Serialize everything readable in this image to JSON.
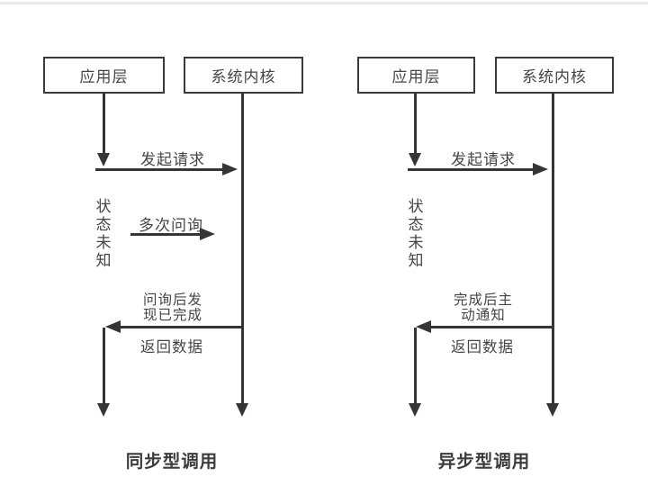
{
  "diagrams": [
    {
      "caption": "同步型调用",
      "app_label": "应用层",
      "kernel_label": "系统内核",
      "request_label": "发起请求",
      "status_label": "状态未知",
      "poll_label": "多次问询",
      "result_label_lines": [
        "问询后发",
        "现已完成"
      ],
      "return_label": "返回数据"
    },
    {
      "caption": "异步型调用",
      "app_label": "应用层",
      "kernel_label": "系统内核",
      "request_label": "发起请求",
      "status_label": "状态未知",
      "result_label_lines": [
        "完成后主",
        "动通知"
      ],
      "return_label": "返回数据"
    }
  ]
}
